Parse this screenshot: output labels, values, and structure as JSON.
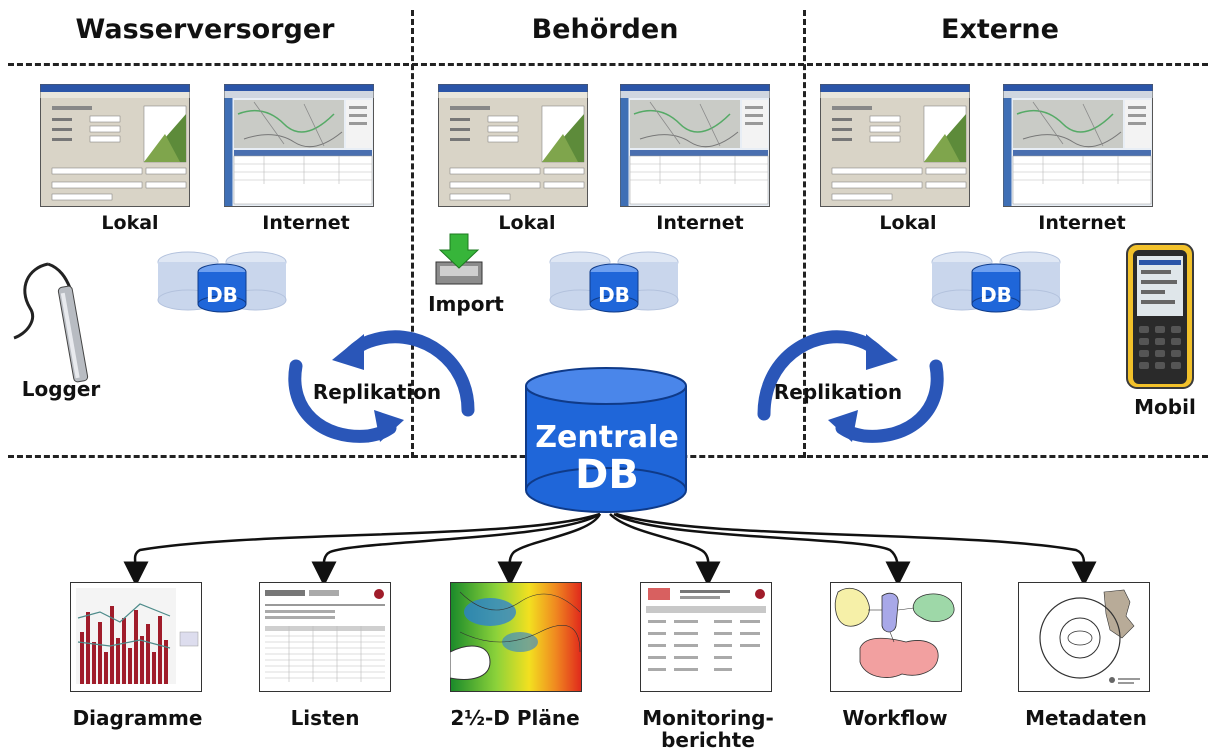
{
  "columns": [
    {
      "title": "Wasserversorger",
      "lokal": "Lokal",
      "internet": "Internet",
      "db": "DB"
    },
    {
      "title": "Behörden",
      "lokal": "Lokal",
      "internet": "Internet",
      "db": "DB"
    },
    {
      "title": "Externe",
      "lokal": "Lokal",
      "internet": "Internet",
      "db": "DB"
    }
  ],
  "logger_label": "Logger",
  "import_label": "Import",
  "mobil_label": "Mobil",
  "replikation_left": "Replikation",
  "replikation_right": "Replikation",
  "central_db": {
    "line1": "Zentrale",
    "line2": "DB"
  },
  "outputs": [
    {
      "label": "Diagramme"
    },
    {
      "label": "Listen"
    },
    {
      "label": "2½-D Pläne"
    },
    {
      "label": "Monitoring-",
      "label2": "berichte"
    },
    {
      "label": "Workflow"
    },
    {
      "label": "Metadaten"
    }
  ],
  "colors": {
    "db_blue": "#1f66d9",
    "db_dark": "#123f8f",
    "faded_db": "#c9d6ec",
    "arrow_blue": "#2a56b8"
  }
}
